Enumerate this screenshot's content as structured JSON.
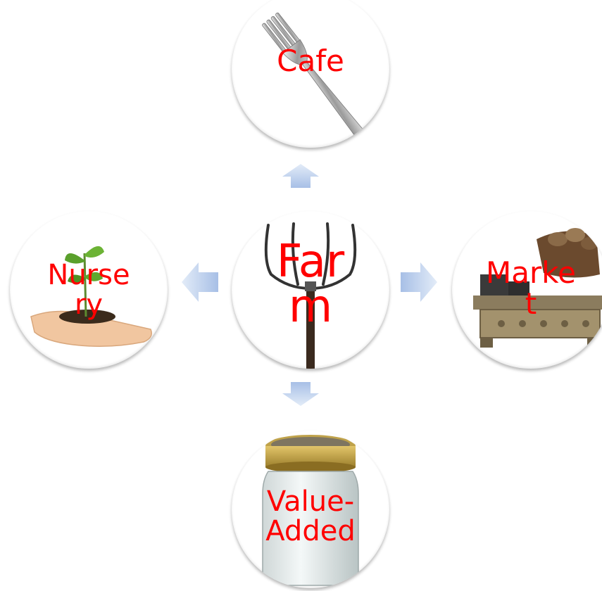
{
  "nodes": {
    "cafe": {
      "label": "Cafe",
      "icon": "fork-icon"
    },
    "farm": {
      "label": "Far\nm",
      "icon": "pitchfork-icon"
    },
    "nursery": {
      "label": "Nurse\nry",
      "icon": "seedling-in-hand-icon"
    },
    "market": {
      "label": "Marke\nt",
      "icon": "market-scale-icon"
    },
    "value_added": {
      "label": "Value-\nAdded",
      "icon": "mason-jar-icon"
    }
  },
  "arrows": [
    "arrow-up",
    "arrow-down",
    "arrow-left",
    "arrow-right"
  ],
  "colors": {
    "label": "#ff0000",
    "arrow_fill_top": "#dbe6f6",
    "arrow_fill_bottom": "#a9c1e8",
    "circle_fill": "#ffffff"
  }
}
